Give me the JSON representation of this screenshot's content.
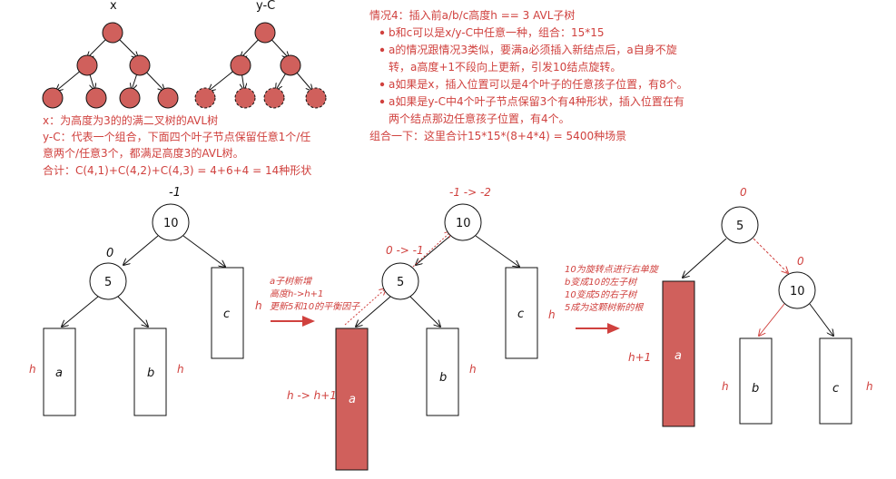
{
  "top_trees": {
    "x_label": "x",
    "yc_label": "y-C"
  },
  "left_notes": [
    "x：为高度为3的的满二叉树的AVL树",
    "y-C：代表一个组合，下面四个叶子节点保留任意1个/任",
    "意两个/任意3个，都满足高度3的AVL树。",
    "合计：C(4,1)+C(4,2)+C(4,3) = 4+6+4 = 14种形状"
  ],
  "right_notes": {
    "title": "情况4：插入前a/b/c高度h == 3 AVL子树",
    "bullets": [
      "b和c可以是x/y-C中任意一种，组合：15*15",
      "a的情况跟情况3类似，要满a必须插入新结点后，a自身不旋",
      "转，a高度+1不段向上更新，引发10结点旋转。",
      "a如果是x，插入位置可以是4个叶子的任意孩子位置，有8个。",
      "a如果是y-C中4个叶子节点保留3个有4种形状，插入位置在有",
      "两个结点那边任意孩子位置，有4个。"
    ],
    "summary": "组合一下：这里合计15*15*(8+4*4) = 5400种场景"
  },
  "diagram1": {
    "root": "10",
    "root_bf": "-1",
    "left": "5",
    "left_bf": "0",
    "a": "a",
    "b": "b",
    "c": "c",
    "h": "h"
  },
  "step1_note": [
    "a子树新增",
    "高度h->h+1",
    "更新5和10的平衡因子"
  ],
  "diagram2": {
    "root": "10",
    "root_bf": "-1 -> -2",
    "left": "5",
    "left_bf": "0 -> -1",
    "a": "a",
    "b": "b",
    "c": "c",
    "h": "h",
    "a_h": "h -> h+1"
  },
  "step2_note": [
    "10为旋转点进行右单旋",
    "b变成10的左子树",
    "10变成5的右子树",
    "5成为这颗树新的根"
  ],
  "diagram3": {
    "root": "5",
    "root_bf": "0",
    "right": "10",
    "right_bf": "0",
    "a": "a",
    "b": "b",
    "c": "c",
    "h": "h",
    "a_h": "h+1"
  },
  "colors": {
    "accent": "#d0413e",
    "node_fill": "#d0605c"
  }
}
